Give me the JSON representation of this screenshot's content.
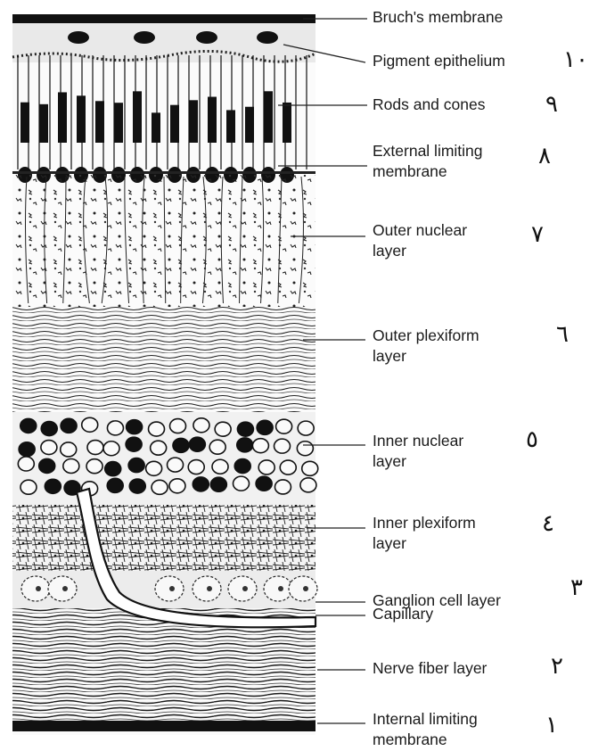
{
  "layers": [
    {
      "id": "bruchs-membrane",
      "lines": [
        "Bruch's membrane"
      ],
      "mark": ""
    },
    {
      "id": "pigment-epithelium",
      "lines": [
        "Pigment epithelium"
      ],
      "mark": "١٠"
    },
    {
      "id": "rods-and-cones",
      "lines": [
        "Rods and cones"
      ],
      "mark": "٩"
    },
    {
      "id": "external-limiting-membrane",
      "lines": [
        "External limiting",
        "membrane"
      ],
      "mark": "٨"
    },
    {
      "id": "outer-nuclear-layer",
      "lines": [
        "Outer nuclear",
        "layer"
      ],
      "mark": "٧"
    },
    {
      "id": "outer-plexiform-layer",
      "lines": [
        "Outer plexiform",
        "layer"
      ],
      "mark": "٦"
    },
    {
      "id": "inner-nuclear-layer",
      "lines": [
        "Inner nuclear",
        "layer"
      ],
      "mark": "٥"
    },
    {
      "id": "inner-plexiform-layer",
      "lines": [
        "Inner plexiform",
        "layer"
      ],
      "mark": "٤"
    },
    {
      "id": "ganglion-cell-layer",
      "lines": [
        "Ganglion cell layer"
      ],
      "mark": "٣"
    },
    {
      "id": "capillary",
      "lines": [
        "Capillary"
      ],
      "mark": ""
    },
    {
      "id": "nerve-fiber-layer",
      "lines": [
        "Nerve fiber layer"
      ],
      "mark": "٢"
    },
    {
      "id": "internal-limiting-membrane",
      "lines": [
        "Internal limiting",
        "membrane"
      ],
      "mark": "١"
    }
  ]
}
